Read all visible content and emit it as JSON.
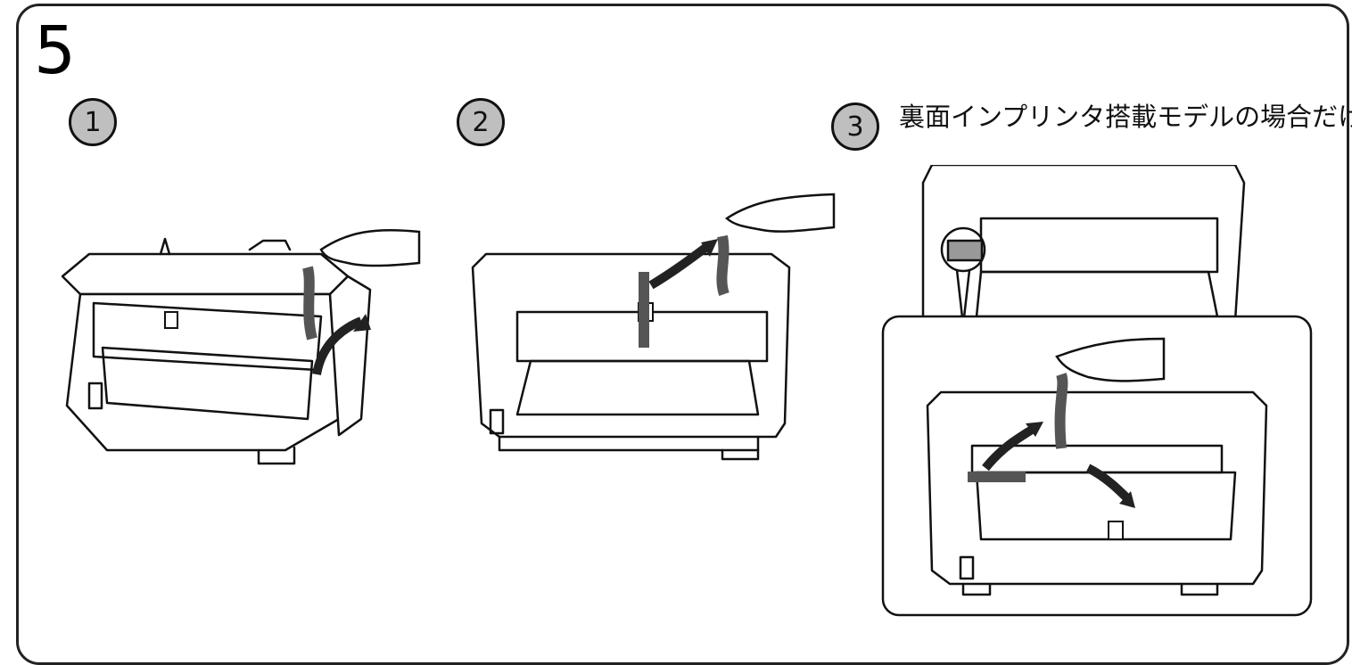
{
  "step": {
    "number": "5"
  },
  "substeps": [
    {
      "label": "1"
    },
    {
      "label": "2"
    },
    {
      "label": "3",
      "note": "裏面インプリンタ搭載モデルの場合だけ"
    }
  ],
  "illustrations": [
    {
      "icon": "printer-side-view-with-hand-lifting-strap-icon"
    },
    {
      "icon": "printer-rear-view-with-hand-lifting-strap-icon"
    },
    {
      "icon": "printer-rear-detail-imprinter-open-icon"
    }
  ],
  "colors": {
    "badge_fill": "#bfbfbf",
    "strap": "#555555",
    "outline": "#111111"
  }
}
